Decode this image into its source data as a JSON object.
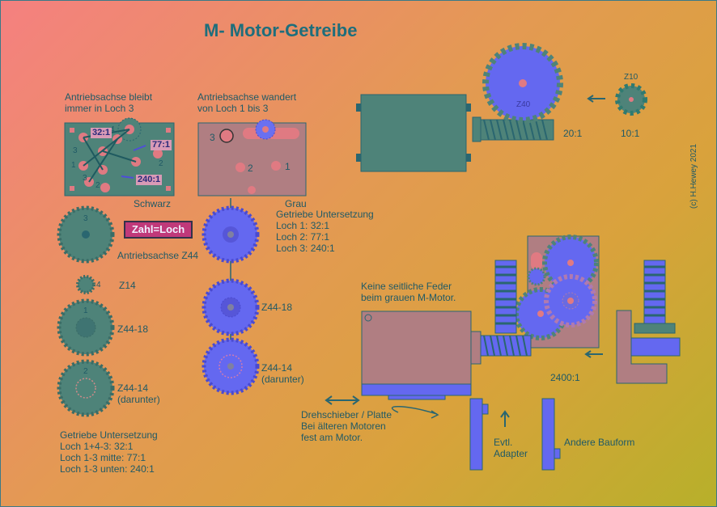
{
  "title": "M- Motor-Getreibe",
  "copyright": "(c) H.Hewey  2021",
  "left_block": {
    "caption": [
      "Antriebsachse bleibt",
      "immer in Loch 3"
    ],
    "color_label": "Schwarz",
    "hole_numbers": [
      "3",
      "4",
      "1",
      "3",
      "2",
      "2"
    ],
    "ratio_tags": [
      "32:1",
      "77:1",
      "240:1"
    ],
    "zahl_badge": "Zahl=Loch",
    "gears": [
      {
        "number": "3",
        "label": "Antriebsachse Z44"
      },
      {
        "number": "4",
        "label": "Z14"
      },
      {
        "number": "1",
        "label": "Z44-18"
      },
      {
        "number": "2",
        "label": [
          "Z44-14",
          "(darunter)"
        ]
      }
    ],
    "summary": [
      "Getriebe Untersetzung",
      "Loch 1+4-3: 32:1",
      "Loch 1-3 mitte: 77:1",
      "Loch 1-3 unten: 240:1"
    ]
  },
  "middle_block": {
    "caption": [
      "Antriebsachse wandert",
      "von Loch 1 bis 3"
    ],
    "hole_numbers": [
      "3",
      "2",
      "1"
    ],
    "color_label": "Grau",
    "summary": [
      "Getriebe Untersetzung",
      "Loch 1: 32:1",
      "Loch 2: 77:1",
      "Loch 3: 240:1"
    ],
    "gears": [
      {
        "label": "Z44-18"
      },
      {
        "label": [
          "Z44-14",
          "(darunter)"
        ]
      }
    ]
  },
  "top_right": {
    "gear_big": "Z40",
    "gear_small": "Z10",
    "ratio_big": "20:1",
    "ratio_small": "10:1"
  },
  "bottom_right": {
    "note": [
      "Keine seitliche Feder",
      "beim grauen M-Motor."
    ],
    "ratio": "2400:1",
    "slider_note": [
      "Drehschieber / Platte",
      "Bei älteren Motoren",
      "fest am Motor."
    ],
    "adapter": [
      "Evtl.",
      "Adapter"
    ],
    "other": "Andere Bauform"
  },
  "colors": {
    "teal": "#4e8379",
    "teal_dark": "#2a6670",
    "blue": "#5f62f0",
    "mauve": "#b07e82",
    "text": "#205a66",
    "badge": "#c0397a"
  }
}
